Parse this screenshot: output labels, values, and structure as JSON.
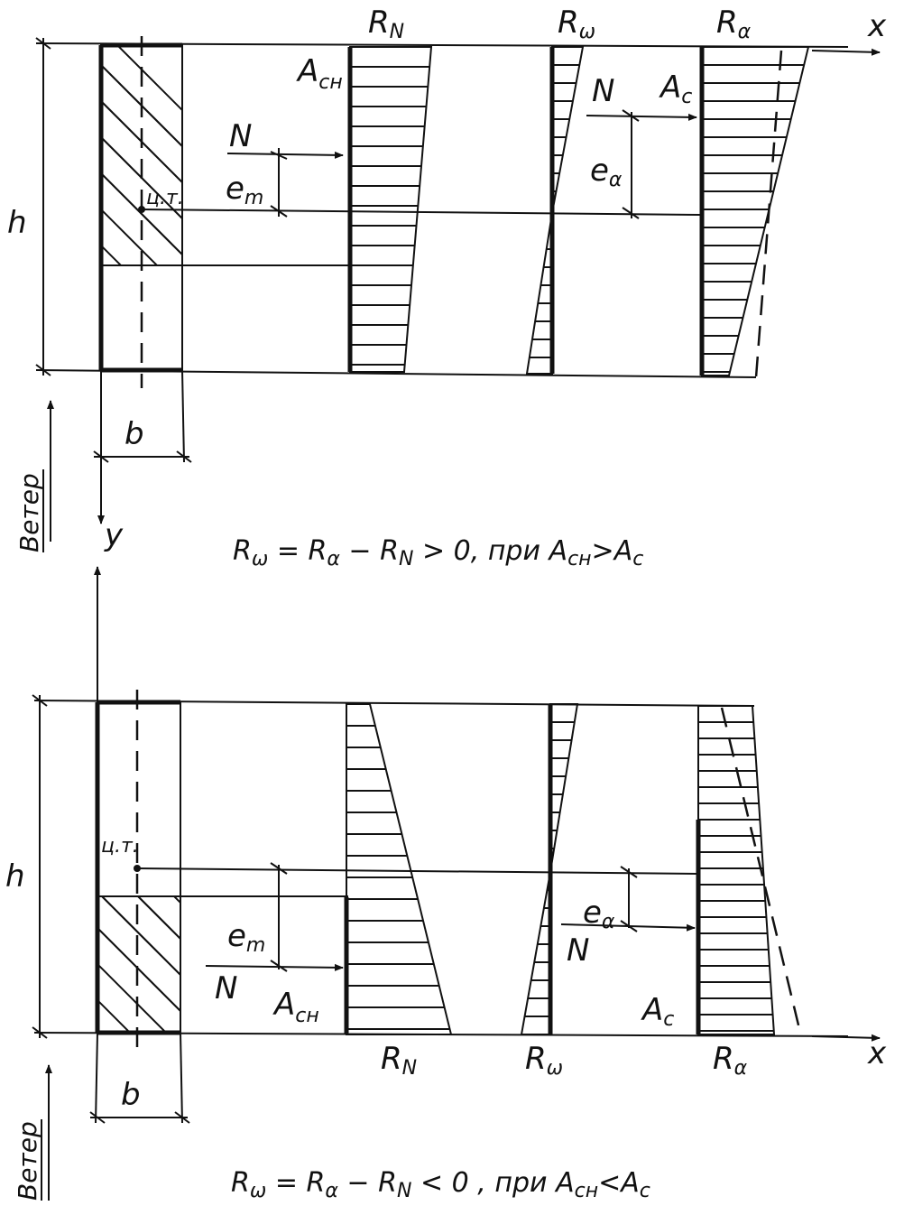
{
  "labels": {
    "h": "h",
    "b": "b",
    "x": "x",
    "y": "y",
    "N": "N",
    "R": "R",
    "e": "e",
    "A": "A",
    "sub_N": "N",
    "sub_omega": "ω",
    "sub_alpha": "α",
    "sub_m": "m",
    "sub_cn": "сн",
    "sub_c": "c",
    "centroid": "ц.т.",
    "wind": "Ветер"
  },
  "formulas": {
    "top": "R_ω = R_α − R_N > 0, при A_сн > A_c",
    "bottom": "R_ω = R_α − R_N < 0 , при A_сн < A_c"
  },
  "formula_parts": {
    "top": {
      "rel": "> 0, при",
      "cmp": ">"
    },
    "bottom": {
      "rel": "< 0 , при",
      "cmp": "<"
    }
  }
}
